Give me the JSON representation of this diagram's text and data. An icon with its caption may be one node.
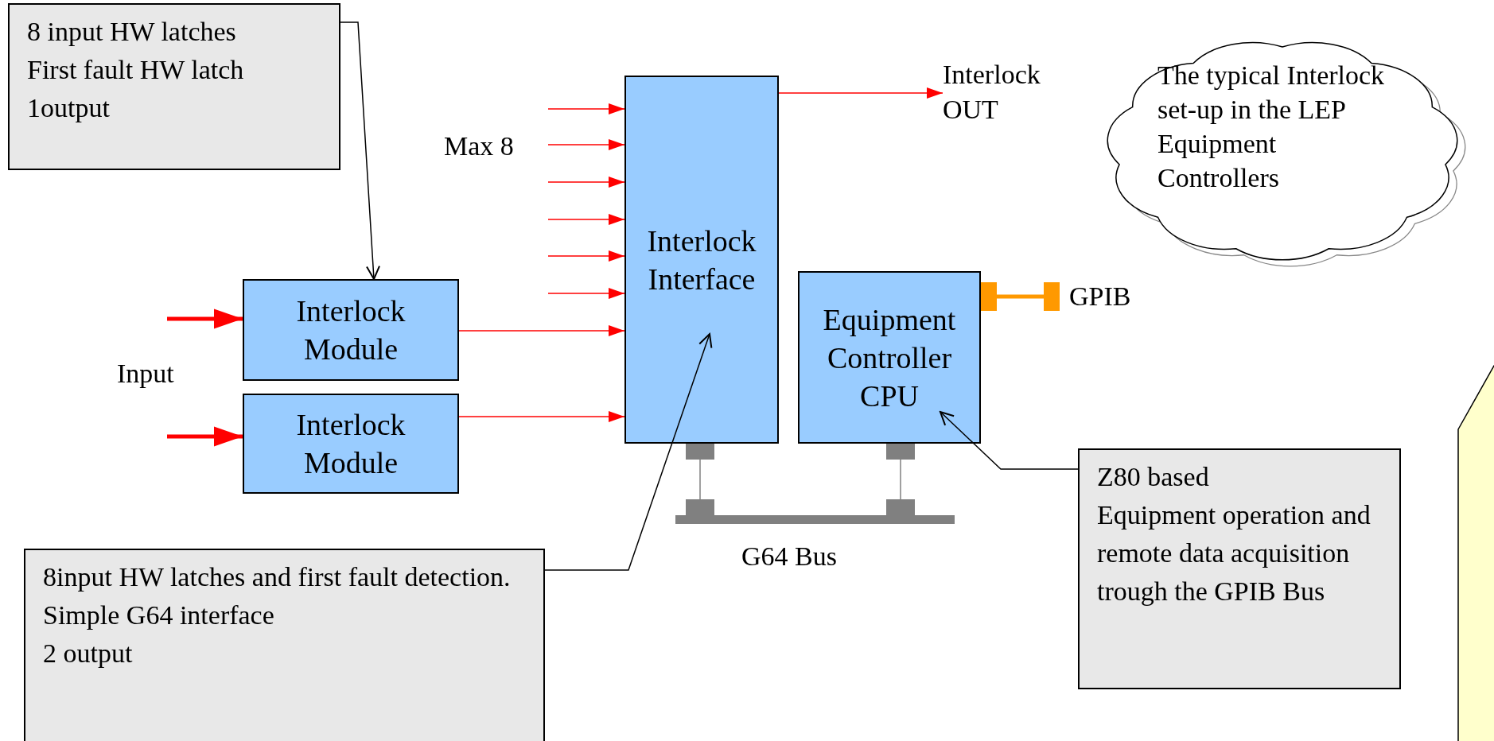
{
  "diagram": {
    "nodes": [
      {
        "text": [
          "8 input HW latches",
          "First fault HW latch",
          "1output"
        ]
      },
      {
        "text": [
          "Interlock Interface"
        ]
      },
      {
        "text": [
          "Interlock OUT"
        ]
      },
      {
        "text": [
          "The typical Interlock set-up in the LEP Equipment Controllers"
        ]
      },
      {
        "text": [
          "Interlock Module"
        ]
      },
      {
        "text": [
          "Equipment Controller CPU"
        ]
      },
      {
        "text": [
          "GPIB"
        ]
      },
      {
        "text": [
          "Interlock Module"
        ]
      },
      {
        "text": [],
        "shape": "bar",
        "beside": [
          "G64 Bus"
        ]
      },
      {
        "text": [
          "8input HW latches and first fault detection.",
          "Simple G64 interface",
          "2 output"
        ]
      },
      {
        "text": [
          "Z80 based",
          "Equipment operation and remote data acquisition trough the GPIB Bus"
        ]
      },
      {
        "text": [],
        "shape": "box"
      }
    ],
    "edges": [
      {
        "from": 0,
        "to": 4,
        "arrow": "to",
        "color": "#000000"
      },
      {
        "from": null,
        "to": 1,
        "arrow": "to"
      },
      {
        "from": null,
        "to": 1,
        "arrow": "to"
      },
      {
        "from": null,
        "to": 1,
        "arrow": "to"
      },
      {
        "from": null,
        "to": 1,
        "arrow": "to"
      },
      {
        "from": null,
        "to": 1,
        "arrow": "to"
      },
      {
        "from": null,
        "to": 1,
        "arrow": "to"
      },
      {
        "from": 4,
        "to": 1,
        "arrow": "to"
      },
      {
        "from": 7,
        "to": 1,
        "arrow": "to"
      },
      {
        "from": null,
        "to": 4,
        "arrow": "to",
        "style": "thick"
      },
      {
        "from": null,
        "to": 7,
        "arrow": "to",
        "style": "thick"
      },
      {
        "from": 1,
        "to": 2,
        "arrow": "to"
      },
      {
        "from": 5,
        "to": 6,
        "arrow": "other",
        "color": "#ff9900",
        "style": "thick"
      },
      {
        "from": 1,
        "to": 8,
        "arrow": "other",
        "color": "#808080"
      },
      {
        "from": 5,
        "to": 8,
        "arrow": "other",
        "color": "#808080"
      },
      {
        "from": 9,
        "to": 1,
        "arrow": "to",
        "color": "#000000"
      },
      {
        "from": 10,
        "to": 5,
        "arrow": "to",
        "color": "#000000"
      }
    ],
    "labels": [
      "Max 8",
      "Input"
    ]
  }
}
